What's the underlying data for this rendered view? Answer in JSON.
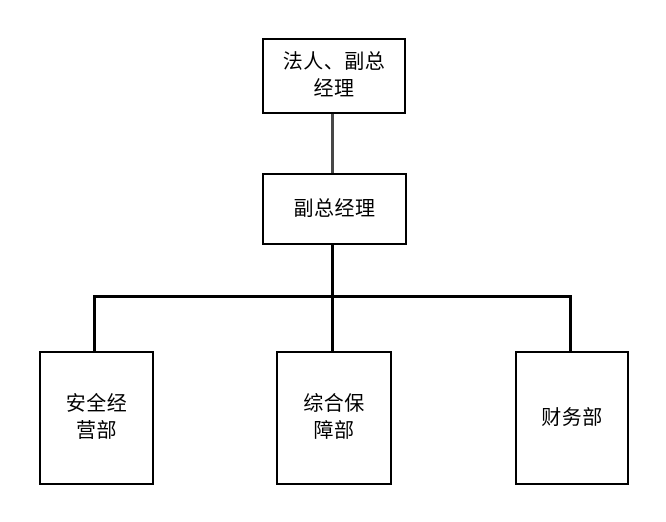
{
  "diagram": {
    "type": "org-chart",
    "background_color": "#ffffff",
    "box_border_color": "#000000",
    "connector_color": "#000000",
    "connector_top_color": "#474747",
    "text_color": "#000000",
    "nodes": [
      {
        "id": "root",
        "level": 1,
        "label": "法人、副总经理",
        "text": "法人、副总\n经理"
      },
      {
        "id": "deputy",
        "level": 2,
        "label": "副总经理",
        "text": "副总经理"
      },
      {
        "id": "dept1",
        "level": 3,
        "label": "安全经营部",
        "text": "安全经\n营部"
      },
      {
        "id": "dept2",
        "level": 3,
        "label": "综合保障部",
        "text": "综合保\n障部"
      },
      {
        "id": "dept3",
        "level": 3,
        "label": "财务部",
        "text": "财务部"
      }
    ],
    "edges": [
      {
        "from": "root",
        "to": "deputy"
      },
      {
        "from": "deputy",
        "to": "dept1"
      },
      {
        "from": "deputy",
        "to": "dept2"
      },
      {
        "from": "deputy",
        "to": "dept3"
      }
    ]
  }
}
